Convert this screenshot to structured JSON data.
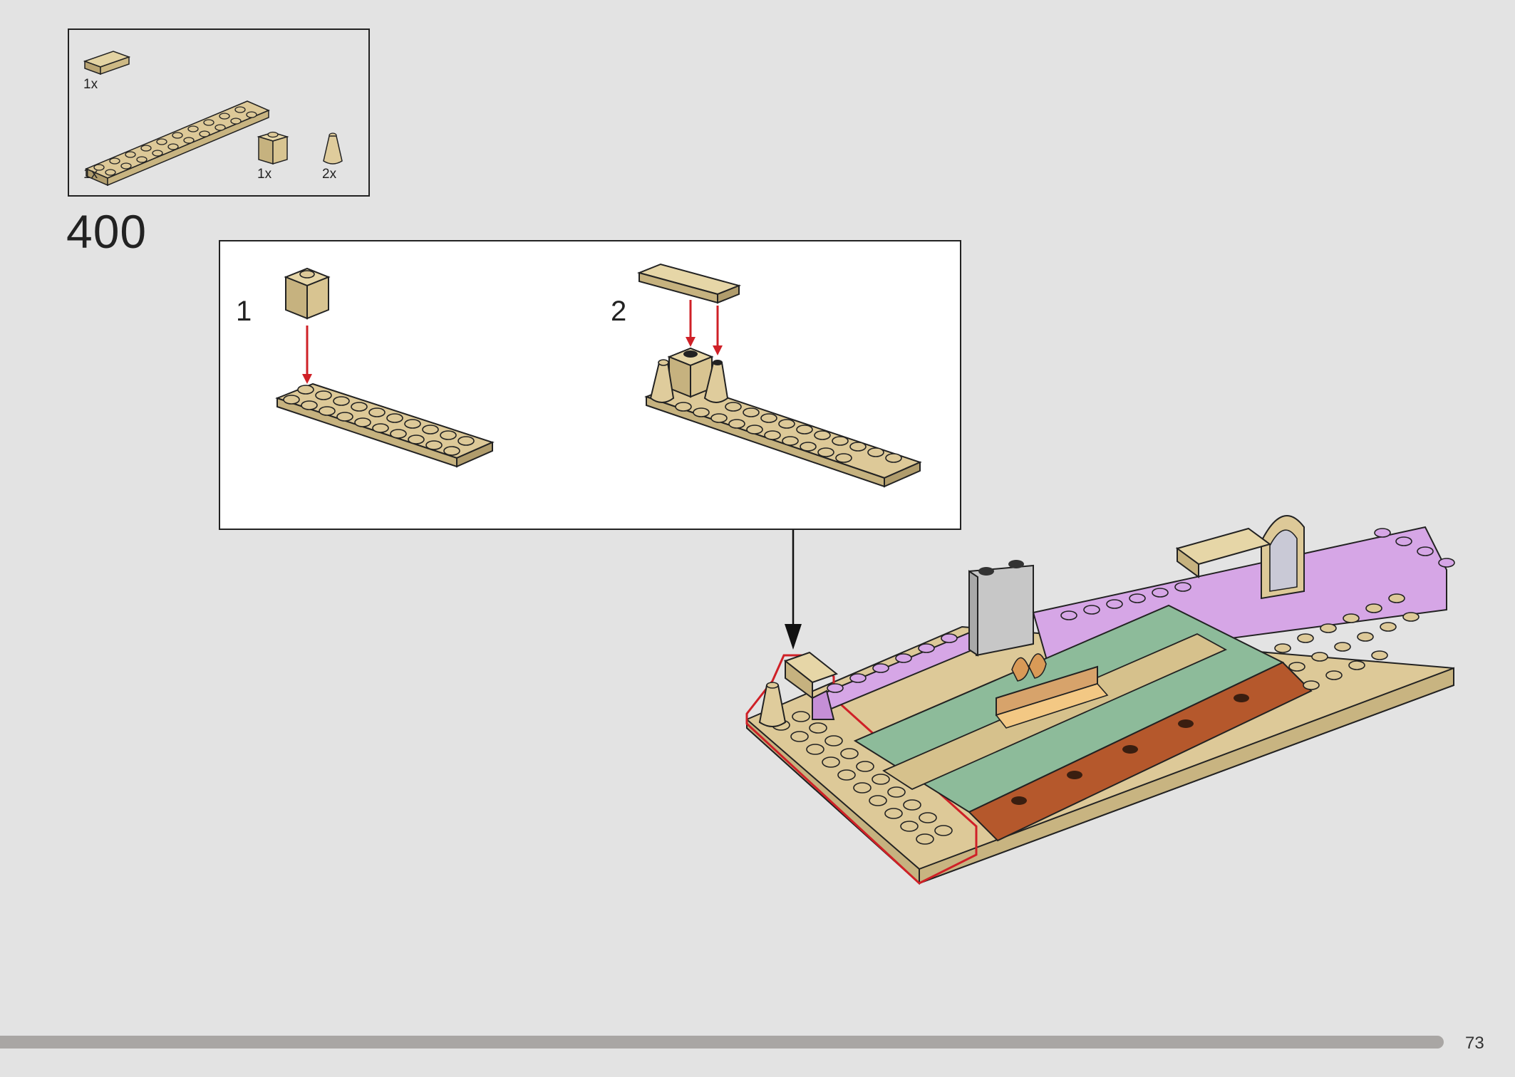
{
  "parts": [
    {
      "name": "tile-1x2-tan",
      "qty": "1x"
    },
    {
      "name": "plate-2x10-tan",
      "qty": "1x"
    },
    {
      "name": "brick-1x1-tan",
      "qty": "1x"
    },
    {
      "name": "cone-1x1-tan",
      "qty": "2x"
    }
  ],
  "step": {
    "number": "400"
  },
  "substeps": [
    {
      "label": "1"
    },
    {
      "label": "2"
    }
  ],
  "page": {
    "number": "73"
  },
  "colors": {
    "tan": "#ddc998",
    "tan_dark": "#a89467",
    "lavender": "#d6a6e6",
    "sand_green": "#8dbb9a",
    "reddish_brown": "#b5582c",
    "grey": "#b8b8b8",
    "callout_red": "#cf2027",
    "background": "#e3e3e3"
  }
}
